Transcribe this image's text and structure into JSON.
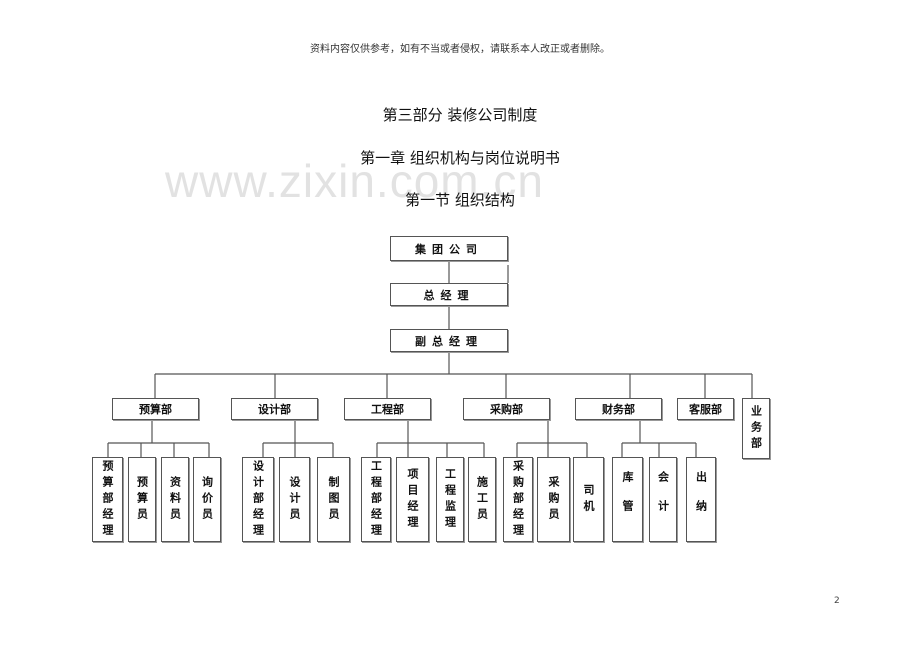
{
  "header": {
    "disclaimer": "资料内容仅供参考，如有不当或者侵权，请联系本人改正或者删除。"
  },
  "headings": {
    "part": "第三部分  装修公司制度",
    "chapter": "第一章  组织机构与岗位说明书",
    "section": "第一节  组织结构"
  },
  "watermark": "www.zixin.com.cn",
  "org_chart": {
    "top": "集团公司",
    "general_manager": "总经理",
    "deputy_general_manager": "副总经理",
    "departments": [
      {
        "name": "预算部",
        "roles": [
          "预算部经理",
          "预算员",
          "资料员",
          "询价员"
        ]
      },
      {
        "name": "设计部",
        "roles": [
          "设计部经理",
          "设计员",
          "制图员"
        ]
      },
      {
        "name": "工程部",
        "roles": [
          "工程部经理",
          "项目经理",
          "工程监理",
          "施工员"
        ]
      },
      {
        "name": "采购部",
        "roles": [
          "采购部经理",
          "采购员",
          "司机"
        ]
      },
      {
        "name": "财务部",
        "roles": [
          "库管",
          "会计",
          "出纳"
        ]
      },
      {
        "name": "客服部",
        "roles": []
      },
      {
        "name": "业务部",
        "roles": []
      }
    ]
  },
  "footer": {
    "page_number": "2"
  }
}
